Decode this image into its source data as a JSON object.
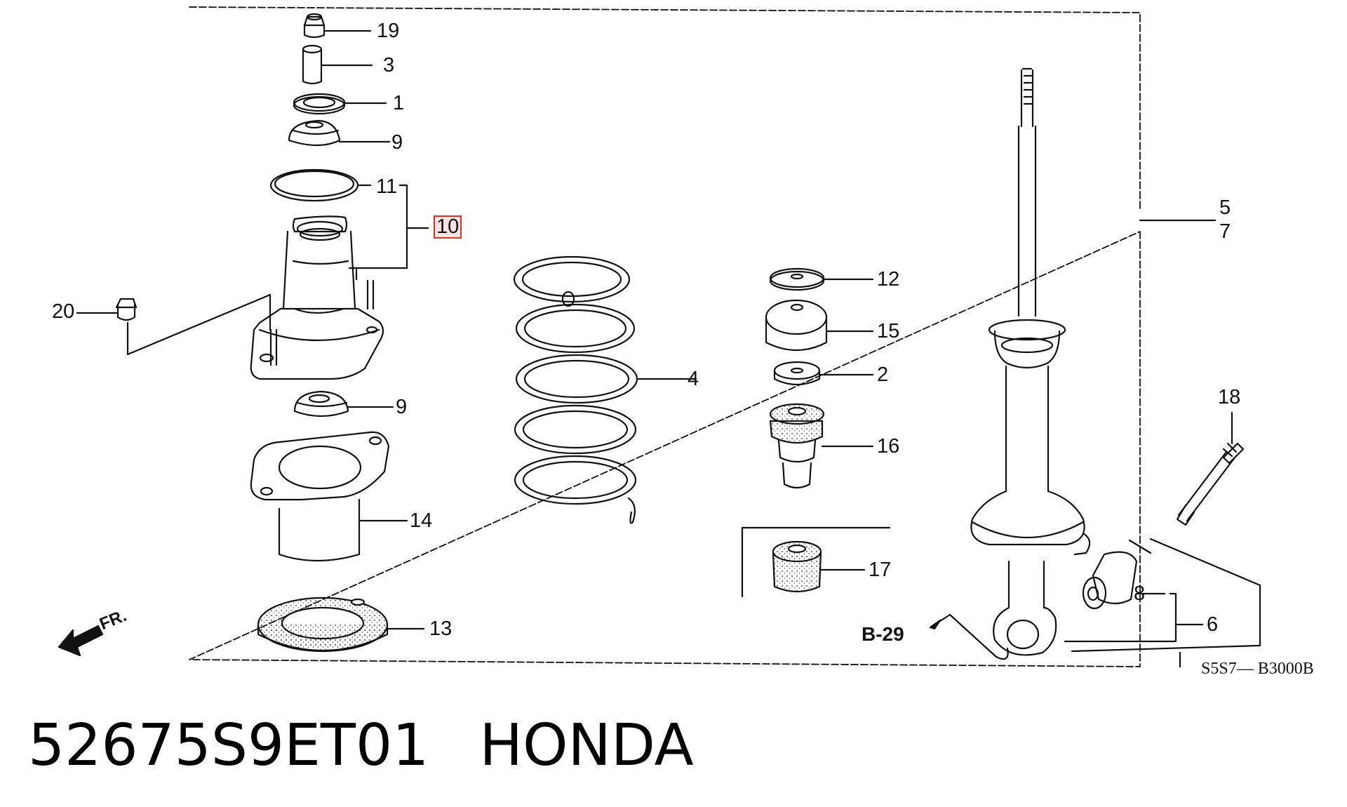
{
  "diagram": {
    "callouts": [
      {
        "id": "c19",
        "text": "19"
      },
      {
        "id": "c3",
        "text": "3"
      },
      {
        "id": "c1",
        "text": "1"
      },
      {
        "id": "c9a",
        "text": "9"
      },
      {
        "id": "c11",
        "text": "11"
      },
      {
        "id": "c10",
        "text": "10",
        "highlight": true
      },
      {
        "id": "c20",
        "text": "20"
      },
      {
        "id": "c9b",
        "text": "9"
      },
      {
        "id": "c14",
        "text": "14"
      },
      {
        "id": "c13",
        "text": "13"
      },
      {
        "id": "c4",
        "text": "4"
      },
      {
        "id": "c12",
        "text": "12"
      },
      {
        "id": "c15",
        "text": "15"
      },
      {
        "id": "c2",
        "text": "2"
      },
      {
        "id": "c16",
        "text": "16"
      },
      {
        "id": "c17",
        "text": "17"
      },
      {
        "id": "c5",
        "text": "5"
      },
      {
        "id": "c7",
        "text": "7"
      },
      {
        "id": "c18",
        "text": "18"
      },
      {
        "id": "c8",
        "text": "8"
      },
      {
        "id": "c6",
        "text": "6"
      }
    ],
    "reference": "B-29",
    "front_marker": "FR.",
    "drawing_code": "S5S7— B3000B",
    "highlight_color": "#d9342b"
  },
  "caption": {
    "part_number": "52675S9ET01",
    "brand": "HONDA"
  }
}
